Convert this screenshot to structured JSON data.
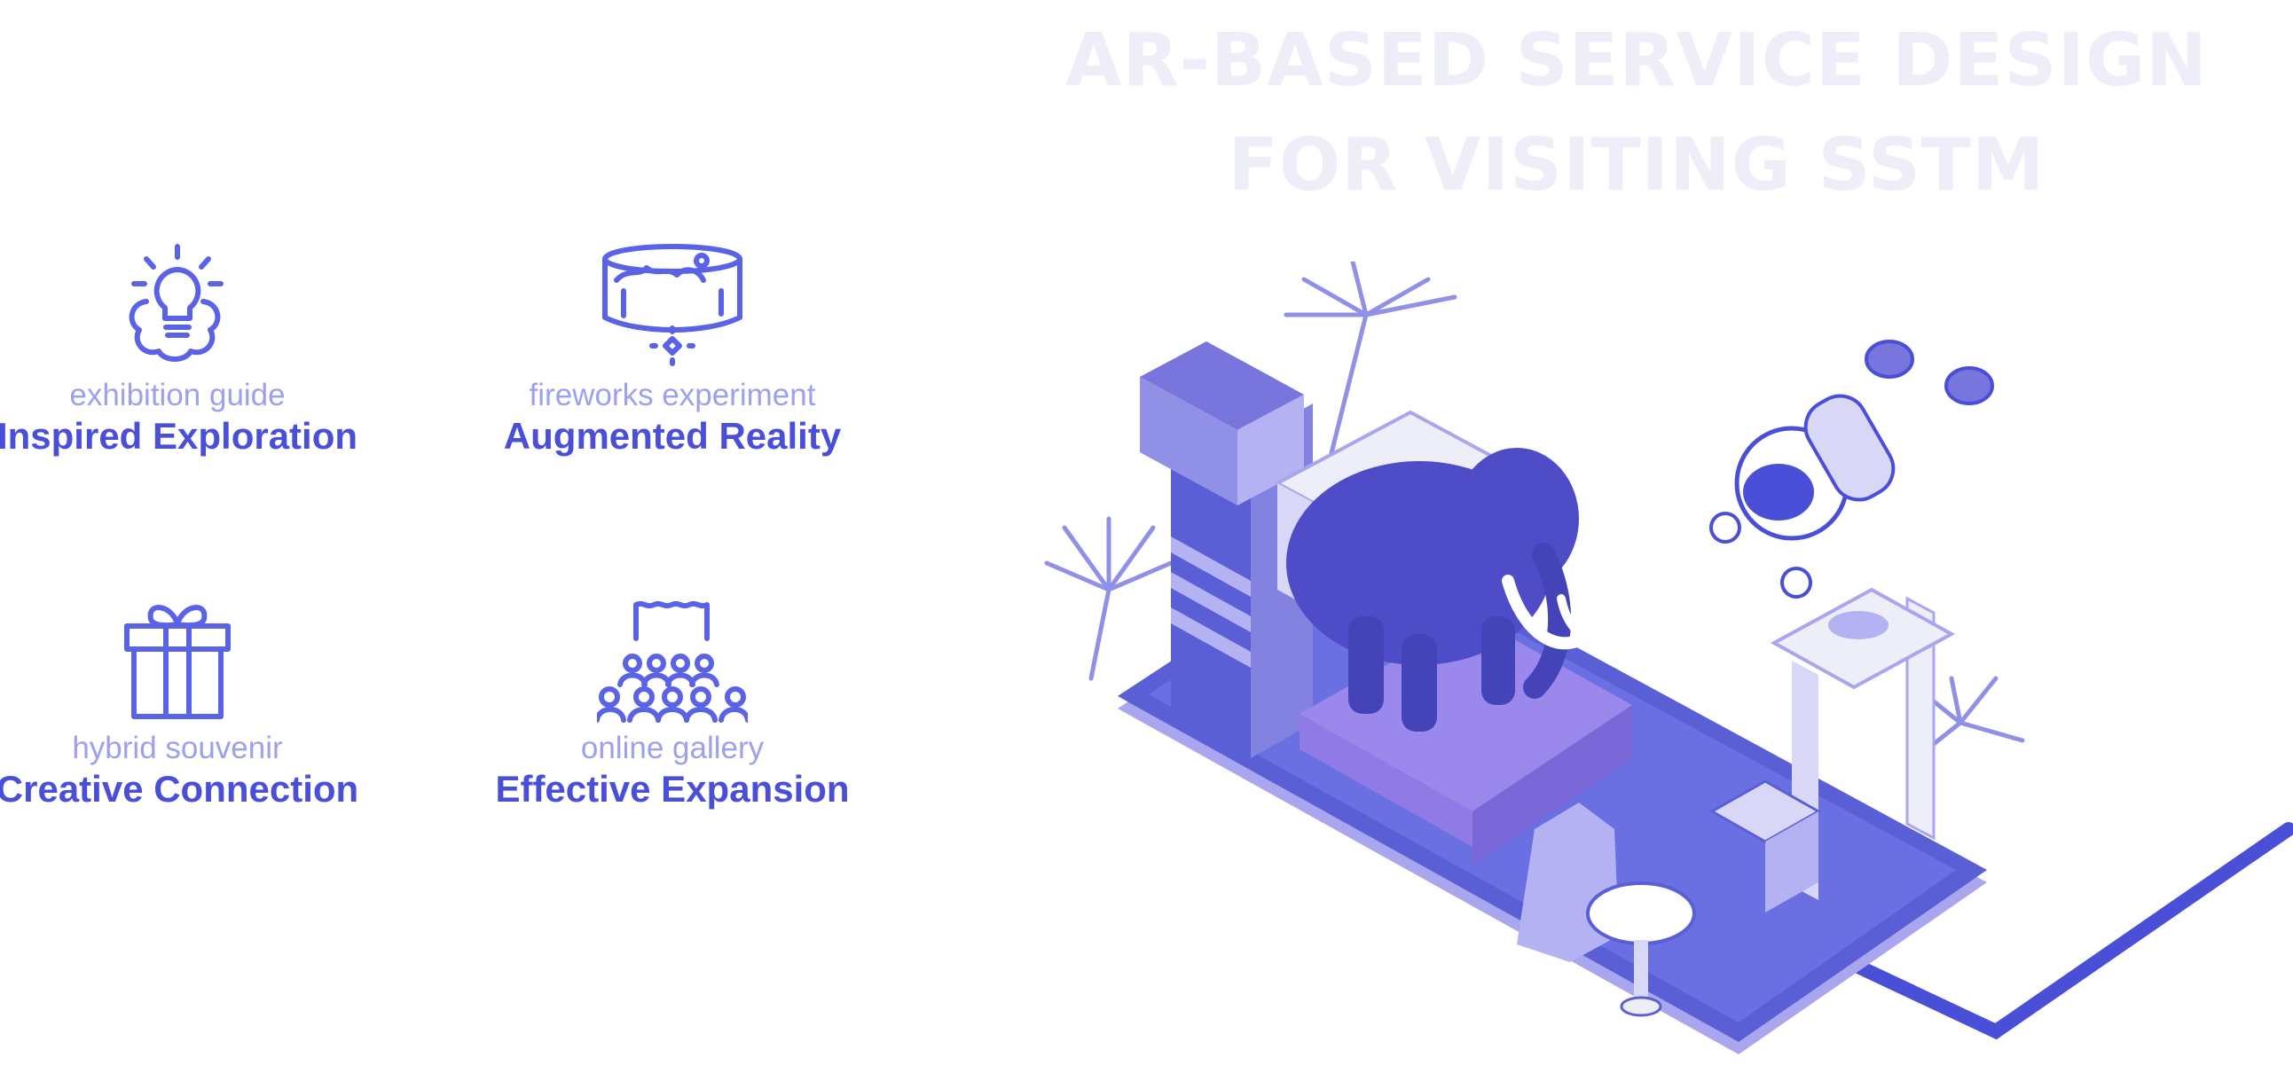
{
  "hero": {
    "title_line1": "AR-BASED SERVICE DESIGN",
    "title_line2": "FOR VISITING SSTM"
  },
  "features": [
    {
      "icon": "lightbulb-brain-icon",
      "subtitle": "exhibition guide",
      "title": "Inspired Exploration"
    },
    {
      "icon": "panorama-ar-icon",
      "subtitle": "fireworks experiment",
      "title": "Augmented Reality"
    },
    {
      "icon": "gift-box-icon",
      "subtitle": "hybrid souvenir",
      "title": "Creative Connection"
    },
    {
      "icon": "audience-screen-icon",
      "subtitle": "online gallery",
      "title": "Effective Expansion"
    }
  ],
  "colors": {
    "accent": "#4a4fd8",
    "icon": "#5a63e6",
    "subtitle": "#9da0ec",
    "title_watermark": "#eeeef9",
    "illustration_primary": "#5b5fd6",
    "illustration_light": "#a9a6ef"
  }
}
